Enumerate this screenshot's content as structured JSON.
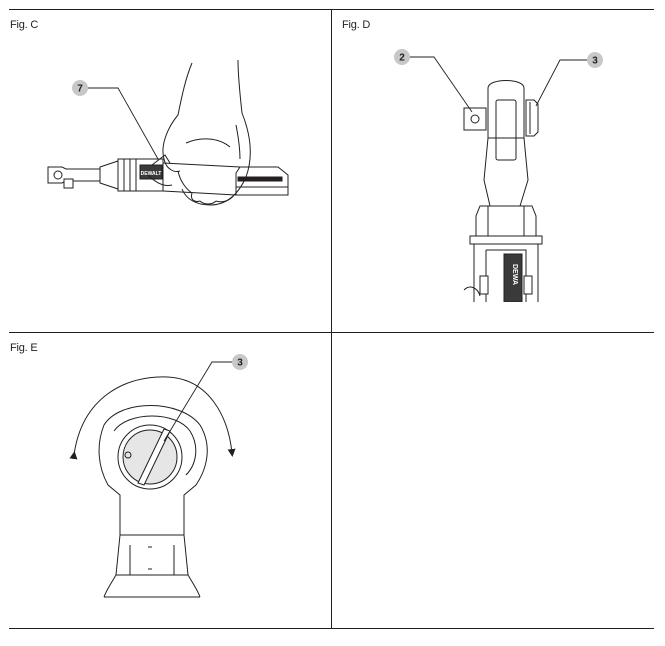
{
  "figures": [
    {
      "label": "Fig. C",
      "callouts": [
        "7"
      ],
      "badge_text": "DEWALT"
    },
    {
      "label": "Fig. D",
      "callouts": [
        "2",
        "3"
      ],
      "badge_text": "DEWA"
    },
    {
      "label": "Fig. E",
      "callouts": [
        "3"
      ]
    },
    {
      "label": ""
    }
  ],
  "colors": {
    "line": "#231f20",
    "callout_fill": "#c8c8c8",
    "badge_fill": "#3a3a3a"
  }
}
